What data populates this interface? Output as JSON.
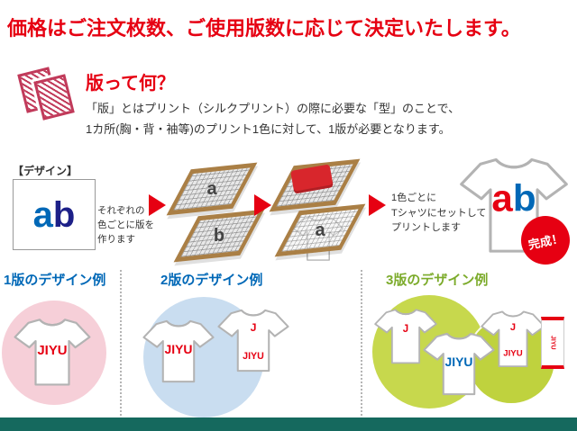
{
  "headline": "価格はご注文枚数、ご使用版数に応じて決定いたします。",
  "section": {
    "title": "版って何？",
    "body_lines": [
      "「版」とはプリント（シルクプリント）の際に必要な「型」のことで、",
      "1カ所(胸・背・袖等)のプリント1色に対して、1版が必要となります。"
    ]
  },
  "process": {
    "design_label": "【デザイン】",
    "design_letter_1": "a",
    "design_letter_2": "b",
    "note1_lines": [
      "それぞれの",
      "色ごとに版を",
      "作ります"
    ],
    "plate_letter_top": "a",
    "plate_letter_bottom": "b",
    "printed_letter": "a",
    "note2_lines": [
      "1色ごとに",
      "Tシャツにセットして",
      "プリントします"
    ],
    "result_letter_1": "a",
    "result_letter_2": "b",
    "done_badge": "完成！"
  },
  "examples": [
    {
      "title": "1版のデザイン例",
      "shirts": [
        {
          "chest": "JIYU"
        }
      ]
    },
    {
      "title": "2版のデザイン例",
      "shirts": [
        {
          "chest": "JIYU"
        },
        {
          "top": "J",
          "bottom": "JIYU"
        }
      ]
    },
    {
      "title": "3版のデザイン例",
      "shirts": [
        {
          "chest": "J"
        },
        {
          "chest": "JIYU"
        },
        {
          "top": "J",
          "bottom": "JIYU"
        }
      ],
      "banner_text": "JIYU"
    }
  ],
  "colors": {
    "headline_red": "#e60012",
    "print_red": "#e60012",
    "print_blue": "#0068b7",
    "design_navy": "#1d2088",
    "frame_brown": "#aa7f45",
    "plate_icon_crimson": "#c13a5a",
    "pink_circle": "#f6cfd8",
    "blue_circle": "#c9ddf0",
    "green_circle": "#c7d84d",
    "example_title_blue": "#0068b7",
    "example_title_green": "#7cab2b",
    "bottom_bar": "#15695e"
  }
}
